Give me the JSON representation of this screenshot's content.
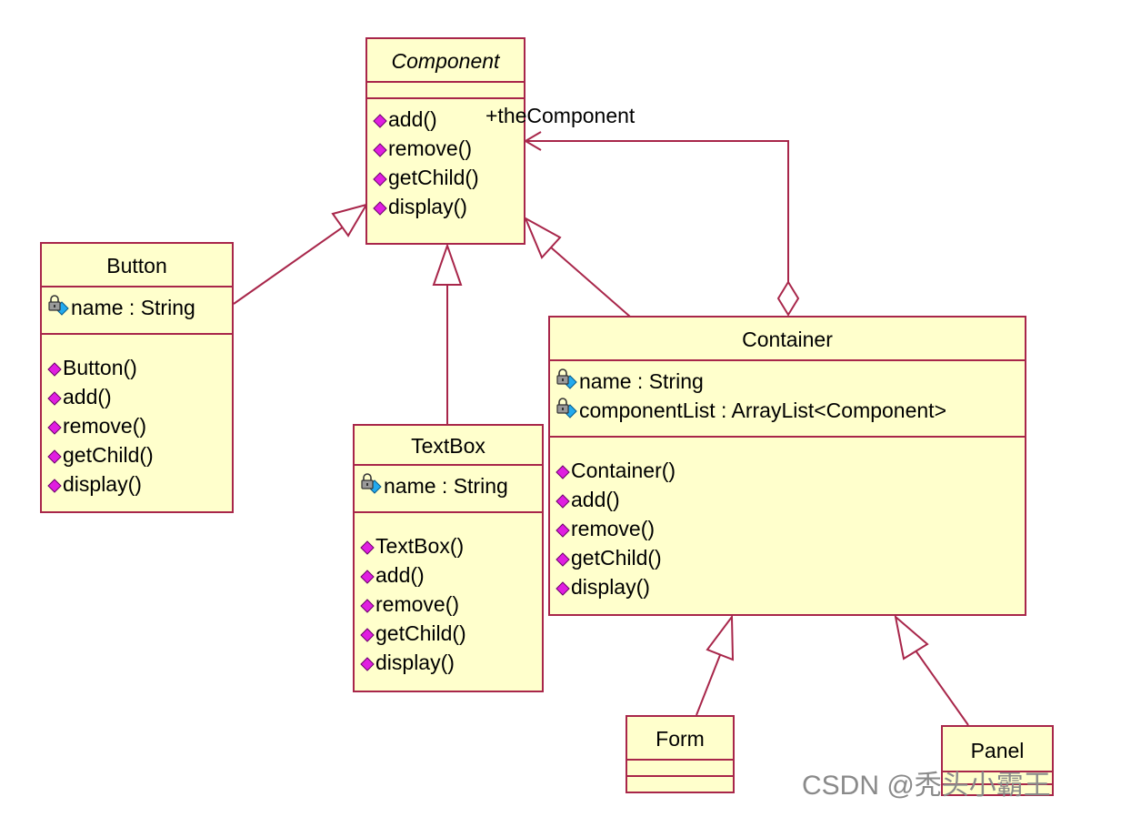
{
  "classes": {
    "component": {
      "name": "Component",
      "attributes": [],
      "operations": [
        "add()",
        "remove()",
        "getChild()",
        "display()"
      ]
    },
    "button": {
      "name": "Button",
      "attributes": [
        "name : String"
      ],
      "operations": [
        "Button()",
        "add()",
        "remove()",
        "getChild()",
        "display()"
      ]
    },
    "textbox": {
      "name": "TextBox",
      "attributes": [
        "name : String"
      ],
      "operations": [
        "TextBox()",
        "add()",
        "remove()",
        "getChild()",
        "display()"
      ]
    },
    "container": {
      "name": "Container",
      "attributes": [
        "name : String",
        "componentList : ArrayList<Component>"
      ],
      "operations": [
        "Container()",
        "add()",
        "remove()",
        "getChild()",
        "display()"
      ]
    },
    "form": {
      "name": "Form",
      "attributes": [],
      "operations": []
    },
    "panel": {
      "name": "Panel",
      "attributes": [],
      "operations": []
    }
  },
  "association": {
    "role": "+theComponent"
  },
  "watermark": "CSDN @秃头小霸王",
  "colors": {
    "fill": "#ffffcc",
    "border": "#a8264a",
    "operation_icon": "#e01ee0",
    "attribute_icon": "#22aaee"
  }
}
